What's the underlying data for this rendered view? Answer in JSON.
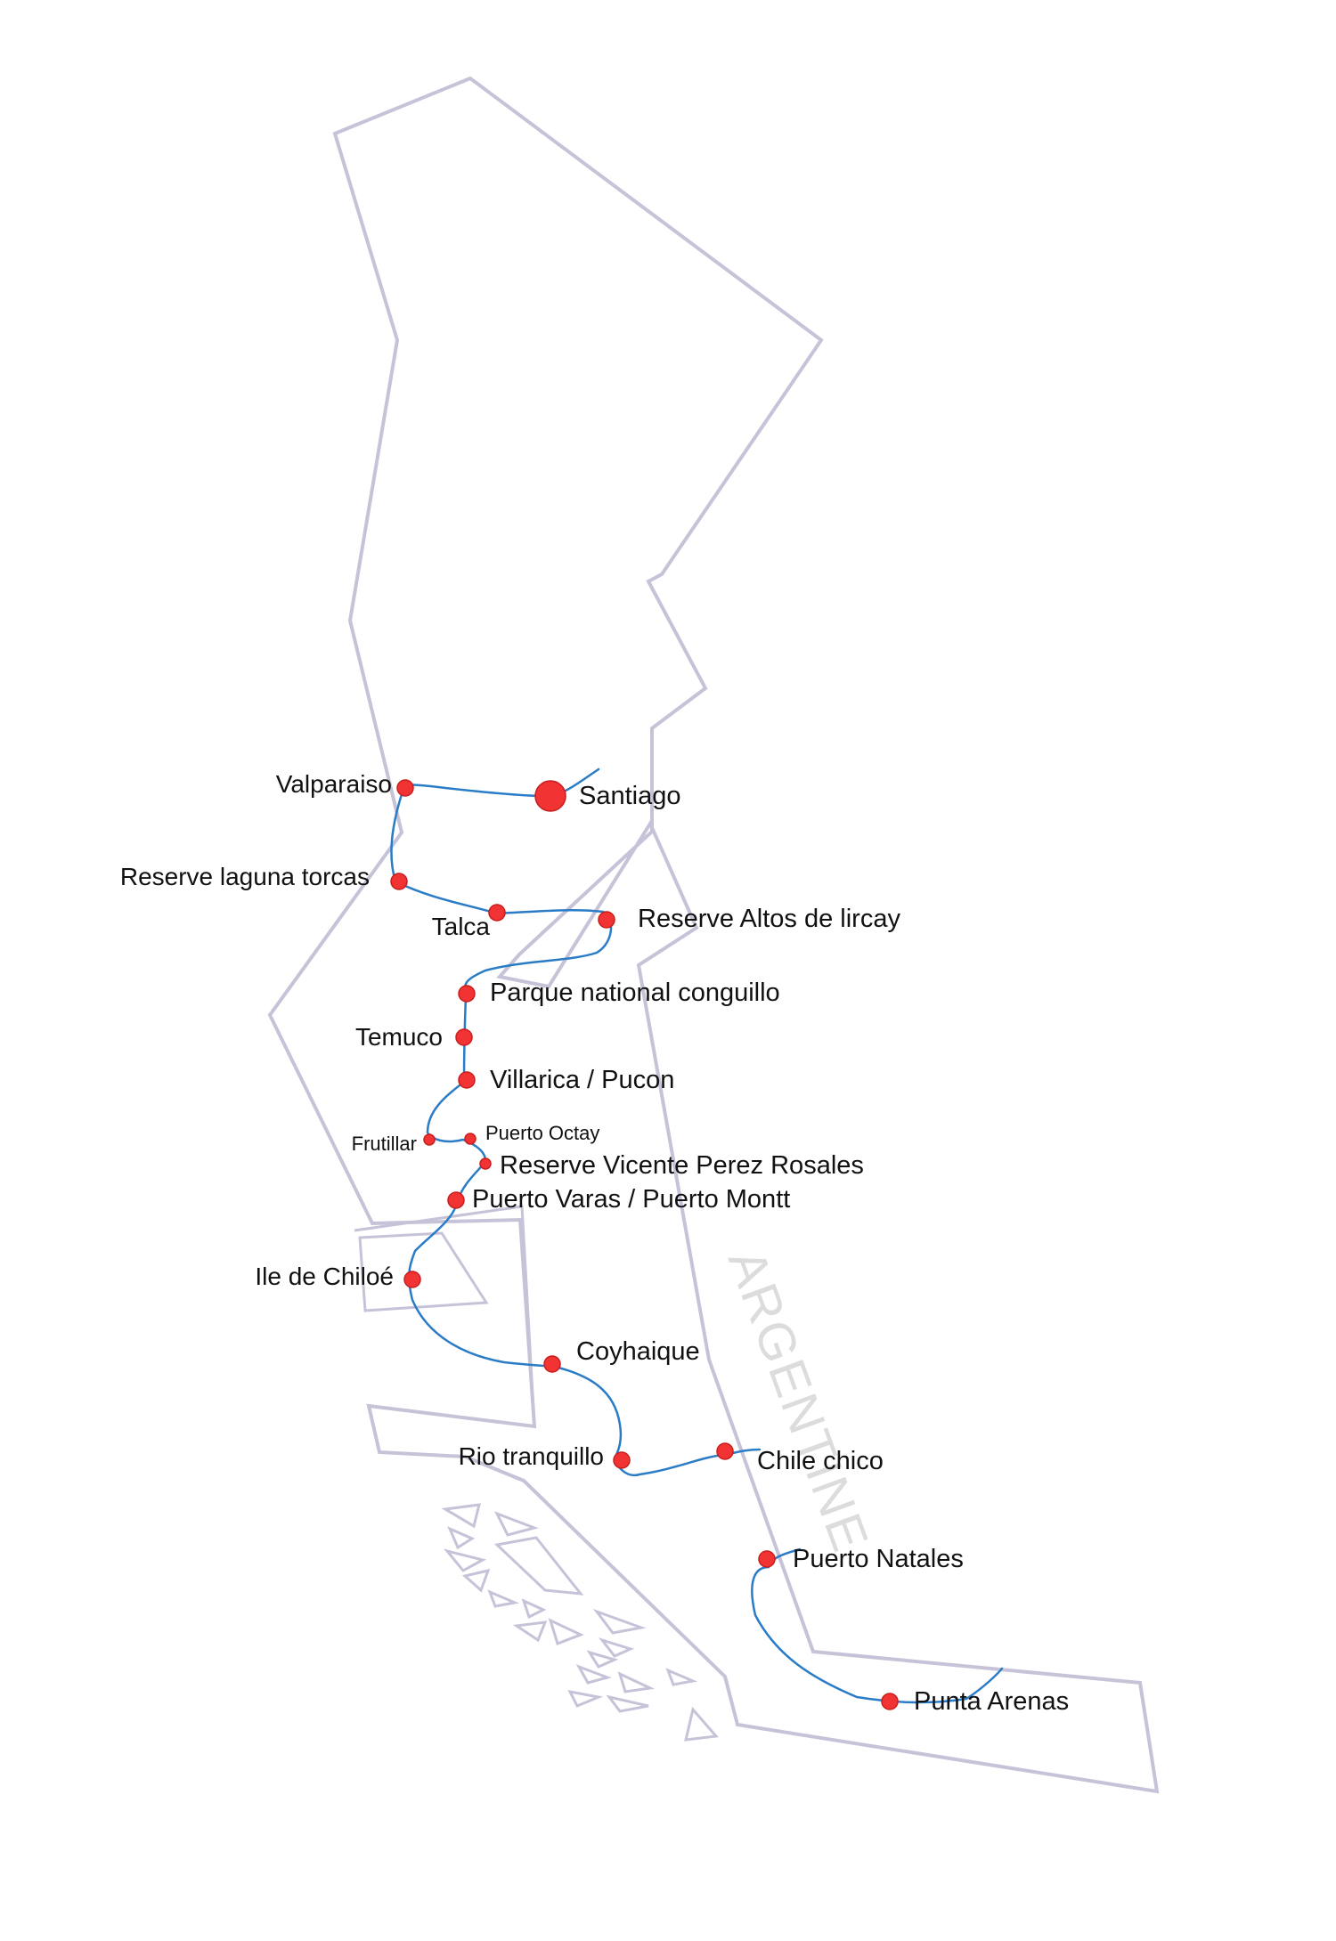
{
  "map": {
    "country_label": "ARGENTINE",
    "colors": {
      "outline": "#c6c3d8",
      "route": "#2a7cc7",
      "stop": "#f23333",
      "country_label": "#dcdcdc"
    },
    "stops": [
      {
        "id": "valparaiso",
        "name": "Valparaiso"
      },
      {
        "id": "santiago",
        "name": "Santiago"
      },
      {
        "id": "laguna-torcas",
        "name": "Reserve laguna torcas"
      },
      {
        "id": "talca",
        "name": "Talca"
      },
      {
        "id": "altos-de-lircay",
        "name": "Reserve Altos de lircay"
      },
      {
        "id": "conguillo",
        "name": "Parque national conguillo"
      },
      {
        "id": "temuco",
        "name": "Temuco"
      },
      {
        "id": "villarica",
        "name": "Villarica / Pucon"
      },
      {
        "id": "frutillar",
        "name": "Frutillar"
      },
      {
        "id": "puerto-octay",
        "name": "Puerto Octay"
      },
      {
        "id": "vicente-perez-rosales",
        "name": "Reserve Vicente Perez Rosales"
      },
      {
        "id": "puerto-varas",
        "name": "Puerto Varas / Puerto Montt"
      },
      {
        "id": "chiloe",
        "name": "Ile de Chiloé"
      },
      {
        "id": "coyhaique",
        "name": "Coyhaique"
      },
      {
        "id": "rio-tranquillo",
        "name": "Rio tranquillo"
      },
      {
        "id": "chile-chico",
        "name": "Chile chico"
      },
      {
        "id": "puerto-natales",
        "name": "Puerto Natales"
      },
      {
        "id": "punta-arenas",
        "name": "Punta Arenas"
      }
    ]
  }
}
